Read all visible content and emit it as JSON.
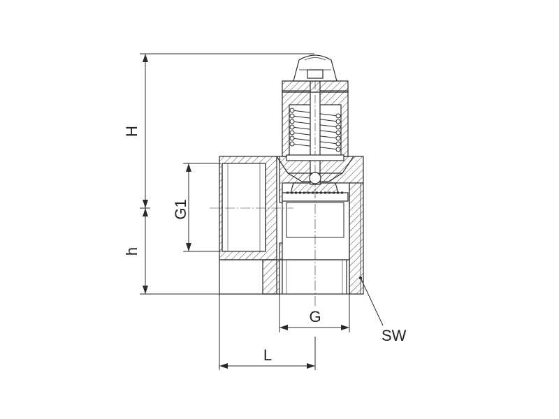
{
  "diagram": {
    "labels": {
      "H": "H",
      "h": "h",
      "G1": "G1",
      "G": "G",
      "L": "L",
      "SW": "SW"
    },
    "colors": {
      "line": "#2a2a2a",
      "hatch": "#444444",
      "background": "#ffffff"
    }
  }
}
